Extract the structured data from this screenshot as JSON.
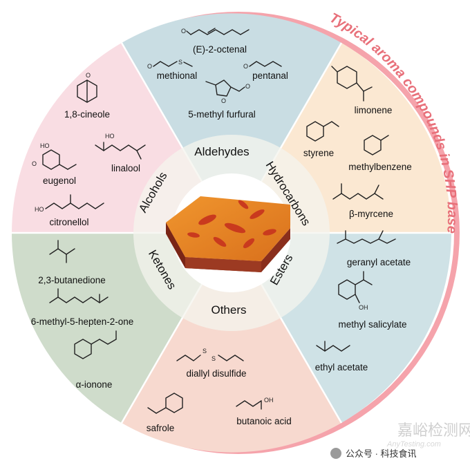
{
  "title": "Typical aroma compounds in SHP base",
  "colors": {
    "aldehydes": "#c9dde3",
    "hydrocarbons": "#fbe8d2",
    "esters": "#cfe2e6",
    "others": "#f7d9cf",
    "ketones": "#cfdccb",
    "alcohols": "#f9dde3",
    "inner_ring": "#f4f4ee",
    "title_ring": "#f5a3ab",
    "title_text": "#e8707a"
  },
  "categories": {
    "aldehydes": "Aldehydes",
    "hydrocarbons": "Hydrocarbons",
    "esters": "Esters",
    "others": "Others",
    "ketones": "Ketones",
    "alcohols": "Alcohols"
  },
  "compounds": {
    "aldehydes": [
      "(E)-2-octenal",
      "methional",
      "pentanal",
      "5-methyl furfural"
    ],
    "hydrocarbons": [
      "limonene",
      "styrene",
      "methylbenzene",
      "β-myrcene"
    ],
    "esters": [
      "geranyl acetate",
      "methyl  salicylate",
      "ethyl acetate"
    ],
    "others": [
      "diallyl disulfide",
      "safrole",
      "butanoic acid"
    ],
    "ketones": [
      "2,3-butanedione",
      "6-methyl-5-hepten-2-one",
      "α-ionone"
    ],
    "alcohols": [
      "1,8-cineole",
      "linalool",
      "eugenol",
      "citronellol"
    ]
  },
  "atoms": {
    "O": "O",
    "S": "S",
    "OH": "OH",
    "HO": "HO"
  },
  "watermark": {
    "brand": "嘉峪检测网",
    "site": "AnyTesting.com",
    "account": "公众号 · 科技食讯"
  }
}
